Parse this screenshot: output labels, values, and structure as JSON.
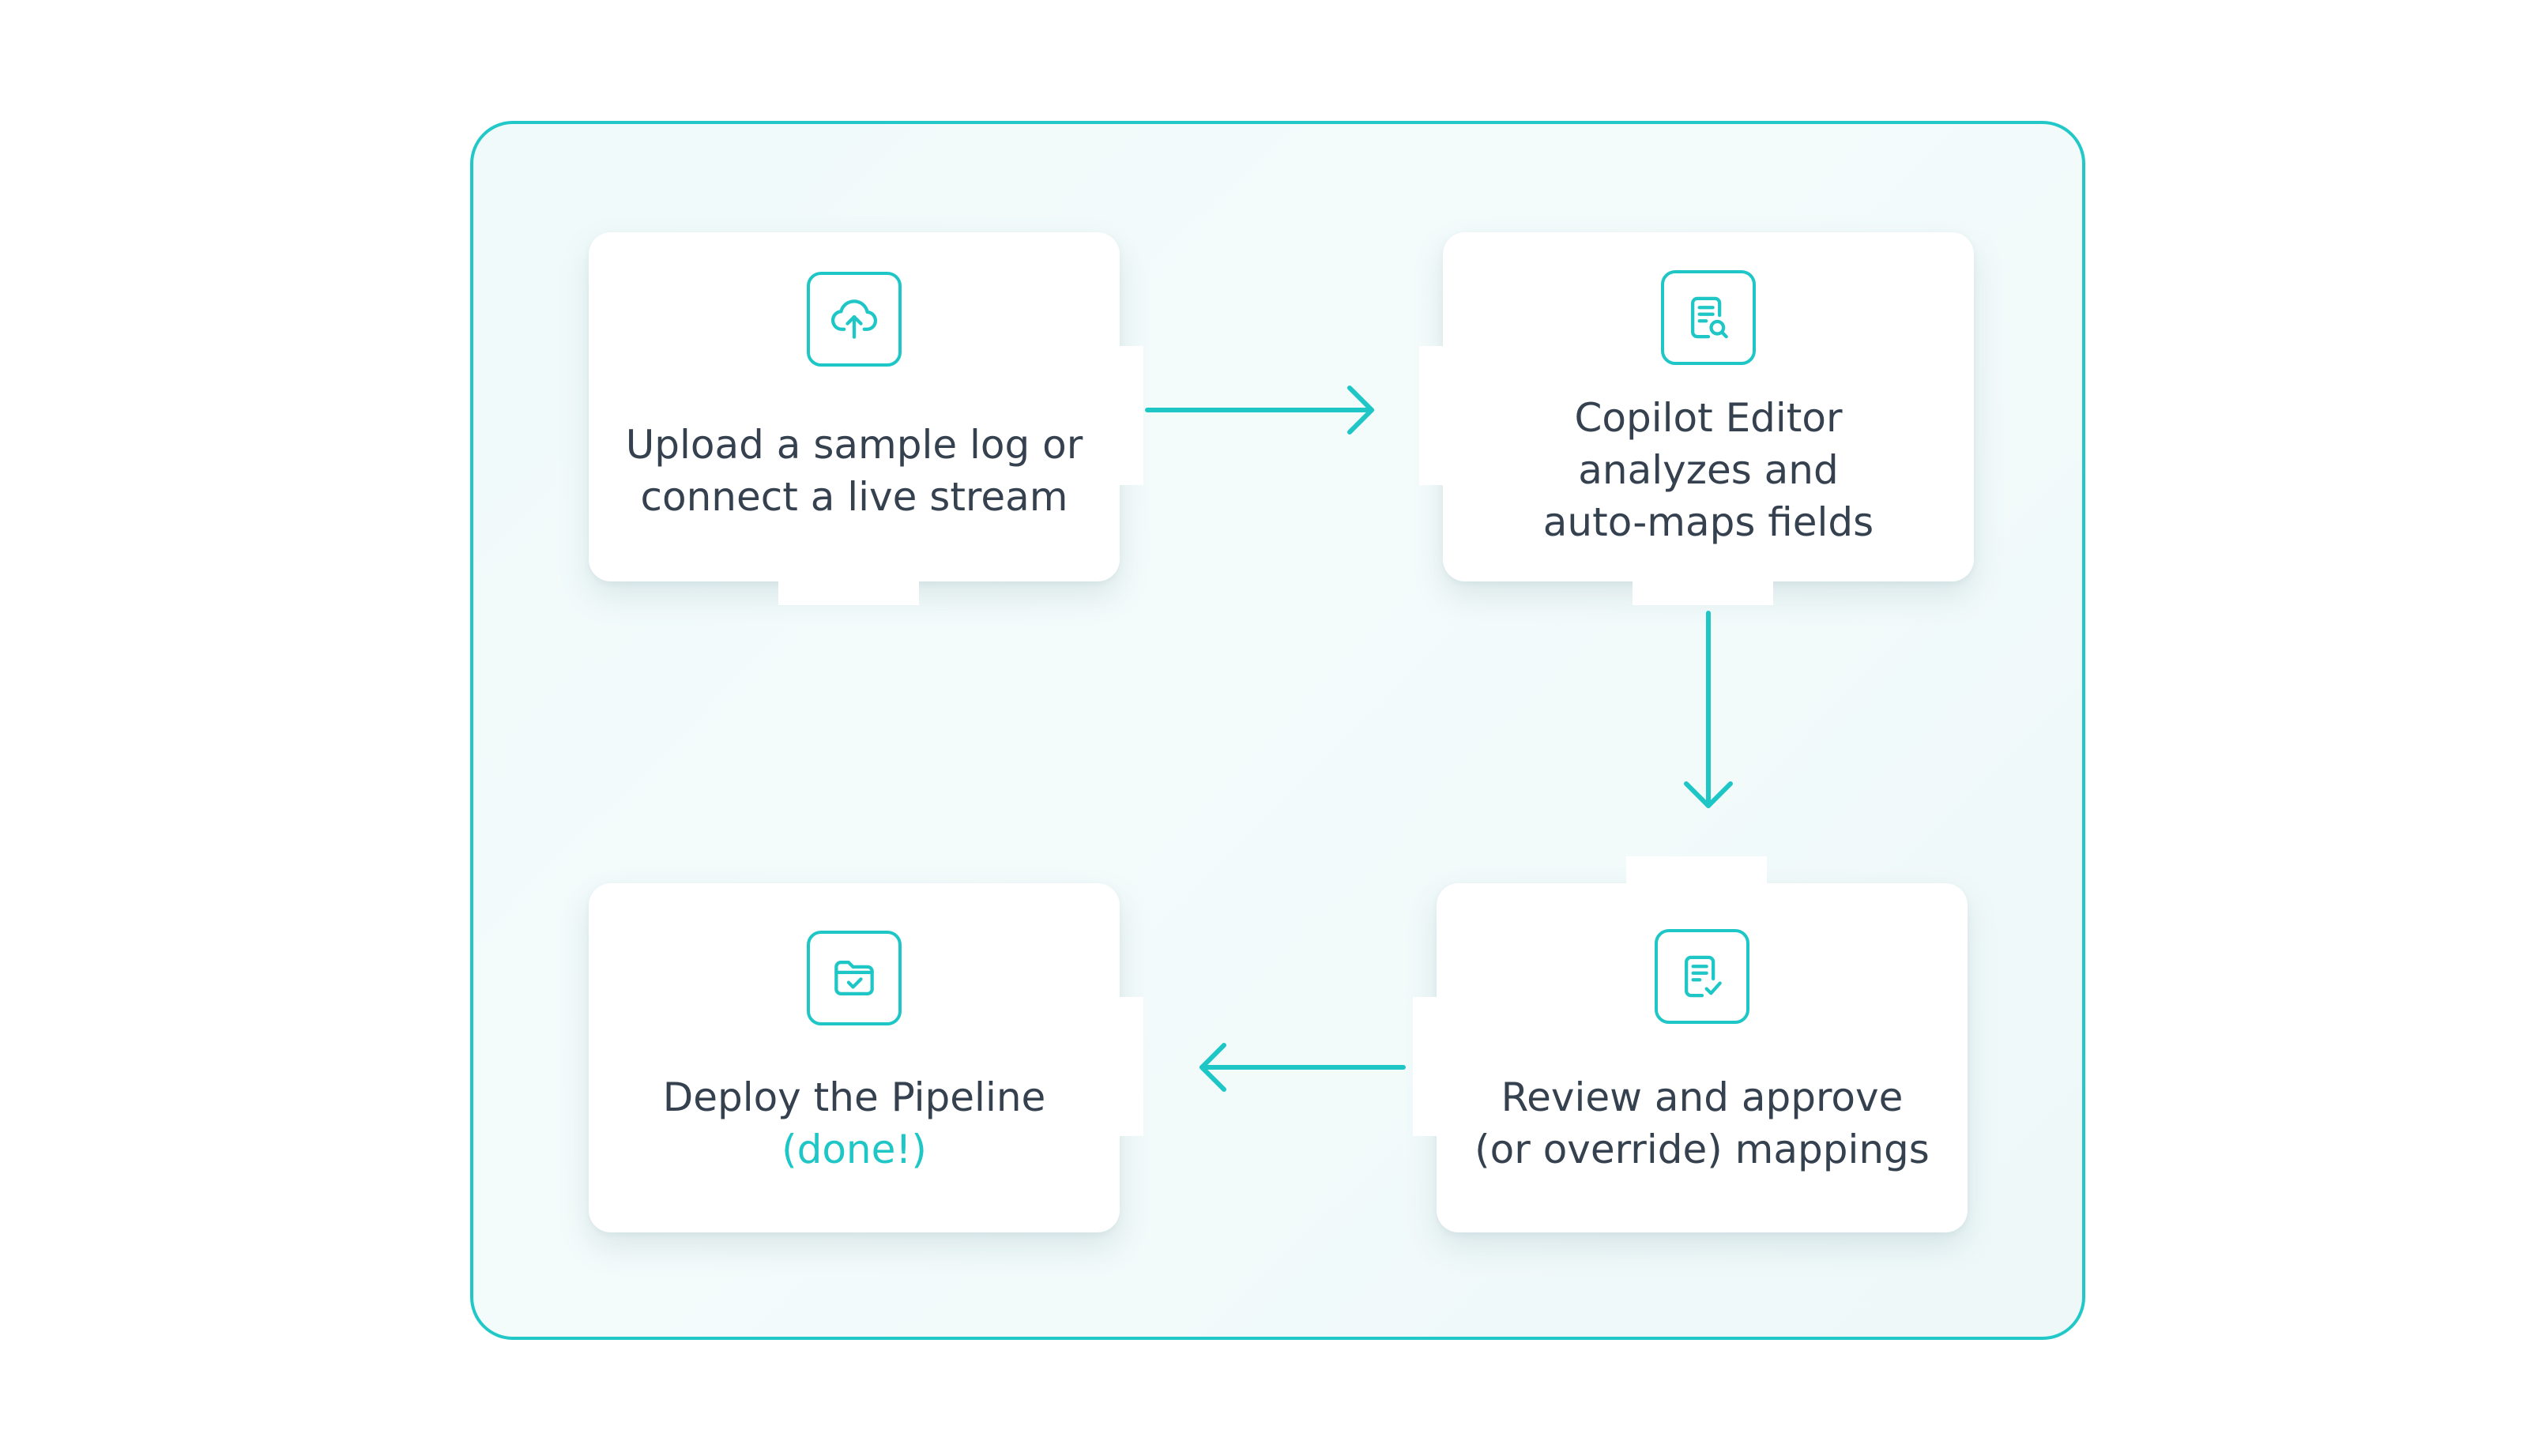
{
  "colors": {
    "accent": "#1fc6c6",
    "text": "#35414f",
    "frame_border": "#22c8c8"
  },
  "steps": [
    {
      "icon": "cloud-upload-icon",
      "lines": [
        "Upload a sample log or",
        "connect a live stream"
      ]
    },
    {
      "icon": "document-search-icon",
      "lines": [
        "Copilot Editor",
        "analyzes and",
        "auto-maps fields"
      ]
    },
    {
      "icon": "document-check-icon",
      "lines": [
        "Review and approve",
        "(or override) mappings"
      ]
    },
    {
      "icon": "folder-check-icon",
      "lines": [
        "Deploy the Pipeline"
      ],
      "accent_line": "(done!)"
    }
  ]
}
